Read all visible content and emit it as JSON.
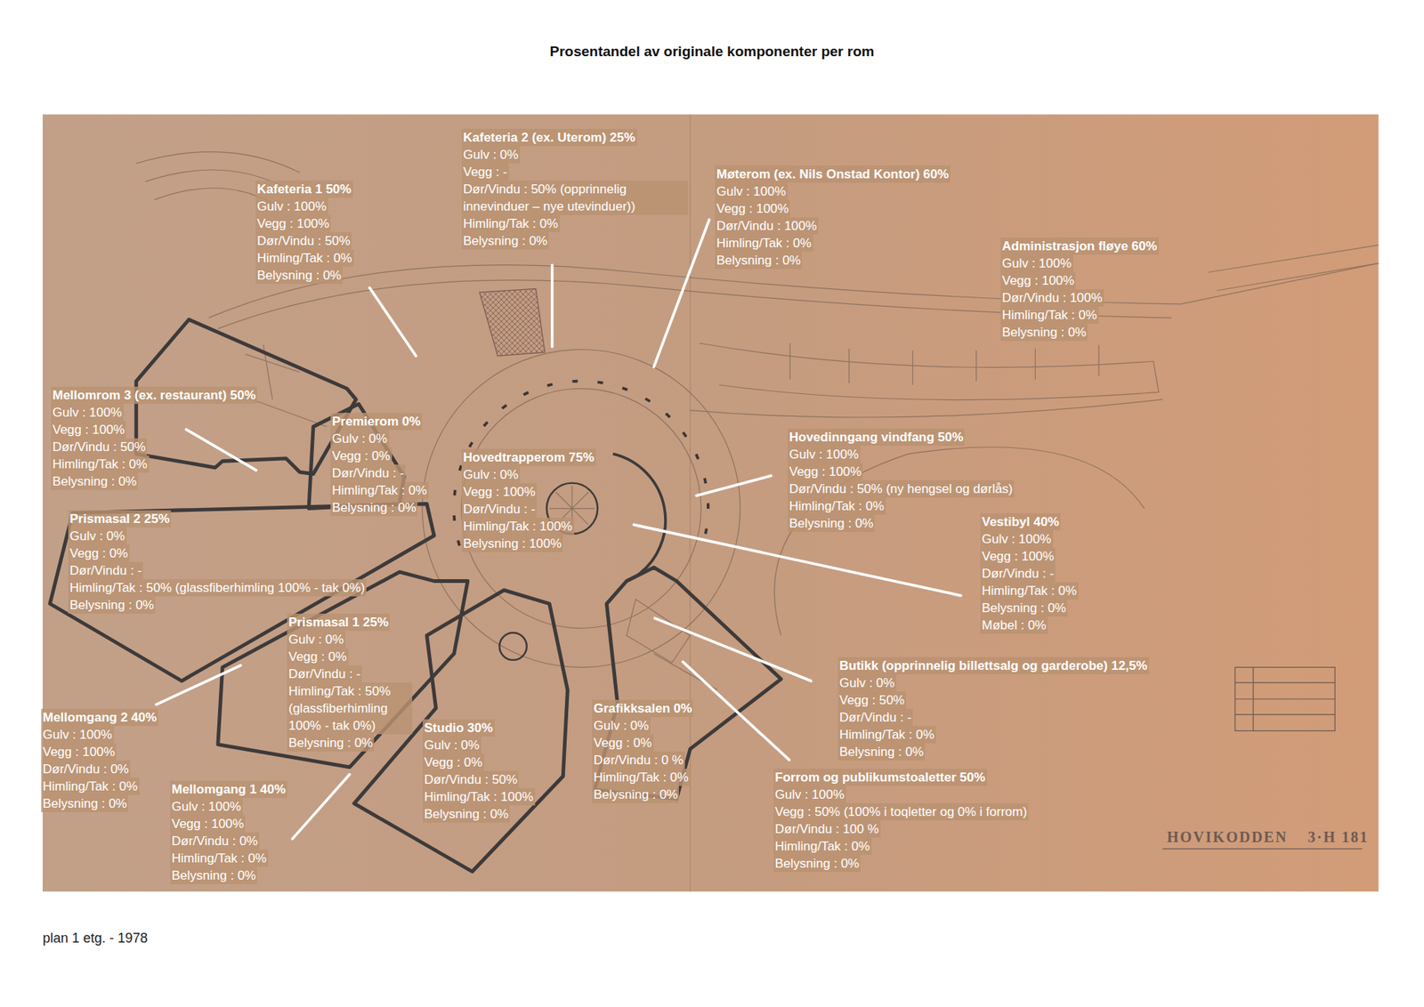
{
  "diagram": {
    "title": "Prosentandel av originale komponenter per rom",
    "caption": "plan 1 etg. - 1978",
    "labels": [
      "Kafeteria 2 (ex. Uterom) 25%",
      "Gulv : 0%",
      "Vegg : -",
      "Dør/Vindu : 50% (opprinnelig innevinduer – nye utevinduer))",
      "Himling/Tak : 0%",
      "Belysning : 0%",
      "Kafeteria 1 50%",
      "Gulv : 100%",
      "Vegg : 100%",
      "Dør/Vindu : 50%",
      "Himling/Tak : 0%",
      "Belysning : 0%",
      "Møterom (ex. Nils Onstad Kontor) 60%",
      "Gulv : 100%",
      "Vegg : 100%",
      "Dør/Vindu : 100%",
      "Himling/Tak : 0%",
      "Belysning : 0%",
      "Administrasjon fløye 60%",
      "Gulv : 100%",
      "Vegg : 100%",
      "Dør/Vindu : 100%",
      "Himling/Tak : 0%",
      "Belysning : 0%",
      "Mellomrom 3 (ex. restaurant) 50%",
      "Gulv : 100%",
      "Vegg : 100%",
      "Dør/Vindu : 50%",
      "Himling/Tak : 0%",
      "Belysning : 0%",
      "Premierom 0%",
      "Gulv : 0%",
      "Vegg : 0%",
      "Dør/Vindu : -",
      "Himling/Tak : 0%",
      "Belysning : 0%",
      "Hovedtrapperom 75%",
      "Gulv : 0%",
      "Vegg : 100%",
      "Dør/Vindu : -",
      "Himling/Tak : 100%",
      "Belysning : 100%",
      "Hovedinngang vindfang 50%",
      "Gulv : 100%",
      "Vegg : 100%",
      "Dør/Vindu : 50% (ny hengsel og dørlås)",
      "Himling/Tak : 0%",
      "Belysning : 0%",
      "Prismasal 2 25%",
      "Gulv : 0%",
      "Vegg : 0%",
      "Dør/Vindu : -",
      "Himling/Tak : 50% (glassfiberhimling 100% - tak 0%)",
      "Belysning : 0%",
      "Vestibyl 40%",
      "Gulv : 100%",
      "Vegg : 100%",
      "Dør/Vindu : -",
      "Himling/Tak : 0%",
      "Belysning : 0%",
      "Møbel : 0%",
      "Prismasal 1 25%",
      "Gulv : 0%",
      "Vegg : 0%",
      "Dør/Vindu : -",
      "Himling/Tak : 50% (glassfiberhimling 100% - tak 0%)",
      "Belysning : 0%",
      "Butikk (opprinnelig billettsalg og garderobe) 12,5%",
      "Gulv : 0%",
      "Vegg : 50%",
      "Dør/Vindu : -",
      "Himling/Tak : 0%",
      "Belysning : 0%",
      "Grafikksalen 0%",
      "Gulv : 0%",
      "Vegg : 0%",
      "Dør/Vindu : 0 %",
      "Himling/Tak : 0%",
      "Belysning : 0%",
      "Mellomgang 2 40%",
      "Gulv : 100%",
      "Vegg : 100%",
      "Dør/Vindu : 0%",
      "Himling/Tak : 0%",
      "Belysning : 0%",
      "Studio 30%",
      "Gulv : 0%",
      "Vegg : 0%",
      "Dør/Vindu : 50%",
      "Himling/Tak : 100%",
      "Belysning : 0%",
      "Forrom og publikumstoaletter 50%",
      "Gulv : 100%",
      "Vegg : 50% (100% i toqletter og 0% i forrom)",
      "Dør/Vindu : 100 %",
      "Himling/Tak : 0%",
      "Belysning : 0%",
      "Mellomgang 1 40%",
      "Gulv : 100%",
      "Vegg : 100%",
      "Dør/Vindu : 0%",
      "Himling/Tak : 0%",
      "Belysning : 0%",
      "HOVIKODDEN",
      "3·H 181"
    ]
  }
}
